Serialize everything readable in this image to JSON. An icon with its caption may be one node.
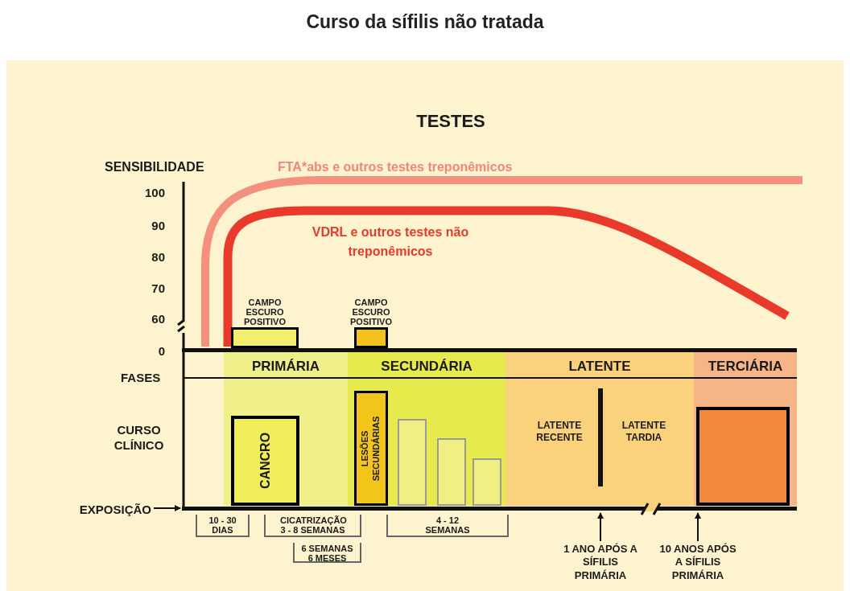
{
  "diagram": {
    "title": "Curso da sífilis não tratada",
    "nodes": [
      {
        "text": [
          "CAMPO ESCURO POSITIVO"
        ]
      },
      {
        "text": [
          "CAMPO ESCURO POSITIVO"
        ]
      },
      {
        "text": [
          "PRIMÁRIA"
        ]
      },
      {
        "text": [
          "CANCRO"
        ],
        "in": 2
      },
      {
        "text": [
          "SECUNDÁRIA"
        ]
      },
      {
        "text": [
          "LESÕES SECUNDÁRIAS"
        ],
        "in": 4
      },
      {
        "text": [],
        "shape": "bar",
        "in": 4
      },
      {
        "text": [],
        "shape": "bar",
        "in": 4
      },
      {
        "text": [],
        "shape": "bar",
        "in": 4
      },
      {
        "text": [
          "LATENTE"
        ]
      },
      {
        "text": [
          "TERCIÁRIA"
        ]
      },
      {
        "text": [],
        "shape": "box",
        "in": 10
      },
      {
        "text": [
          "EXPOSIÇÃO"
        ]
      },
      {
        "text": [
          "1 ANO APÓS A SÍFILIS PRIMÁRIA"
        ]
      },
      {
        "text": [
          "10 ANOS APÓS A SÍFILIS PRIMÁRIA"
        ]
      },
      {
        "text": [],
        "shape": "bar"
      }
    ],
    "edges": [
      {
        "from": 12,
        "to": 15,
        "arrow": "to"
      },
      {
        "from": 13,
        "to": 15,
        "arrow": "to"
      },
      {
        "from": 14,
        "to": 15,
        "arrow": "to"
      }
    ],
    "labels": [
      "TESTES",
      "SENSIBILIDADE",
      "100",
      "90",
      "80",
      "70",
      "60",
      "0",
      "FTA*abs e outros testes treponêmicos",
      "VDRL e outros testes não treponêmicos",
      "FASES",
      "CURSO CLÍNICO",
      "LATENTE RECENTE",
      "LATENTE TARDIA",
      "10 - 30 DIAS",
      "CICATRIZAÇÃO 3 - 8 SEMANAS",
      "6 SEMANAS 6 MESES",
      "4 - 12 SEMANAS"
    ]
  }
}
